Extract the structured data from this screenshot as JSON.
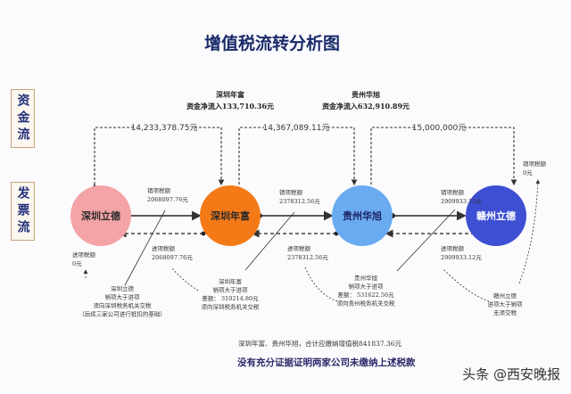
{
  "title": "增值税流转分析图",
  "side_labels": {
    "money_flow": "资金流",
    "invoice_flow": "发票流"
  },
  "nodes": [
    {
      "name": "深圳立德",
      "color": "#f4a3a6",
      "text_color": "#2a2a2a"
    },
    {
      "name": "深圳年富",
      "color": "#f47a18",
      "text_color": "#2a2a2a"
    },
    {
      "name": "贵州华旭",
      "color": "#6aaaf0",
      "text_color": "#1a2060"
    },
    {
      "name": "赣州立德",
      "color": "#3d4fd3",
      "text_color": "#ffffff"
    }
  ],
  "net_inflow": [
    {
      "company": "深圳年富",
      "text": "资金净流入133,710.36元"
    },
    {
      "company": "贵州华旭",
      "text": "资金净流入632,910.89元"
    }
  ],
  "money_flows": [
    "14,233,378.75元",
    "14,367,089.11元",
    "15,000,000元"
  ],
  "tax_labels": {
    "out1": [
      "销项税额",
      "2068097.76元"
    ],
    "in1": [
      "进项税额",
      "2068097.76元"
    ],
    "out2": [
      "销项税额",
      "2378312.56元"
    ],
    "in2": [
      "进项税额",
      "2378312.56元"
    ],
    "out3": [
      "销项税额",
      "2909933.12元"
    ],
    "in3": [
      "进项税额",
      "2909933.12元"
    ],
    "in0": [
      "进项税额",
      "0元"
    ],
    "out4": [
      "销项税额",
      "0元"
    ]
  },
  "notes": {
    "n1": [
      "深圳立德",
      "销项大于进项",
      "须向深圳税务机关交税",
      "（后续三家公司进行抵扣的基础）"
    ],
    "n2": [
      "深圳年富",
      "销项大于进项",
      "差额： 310214.80元",
      "须向深圳税务机关交税"
    ],
    "n3": [
      "贵州华旭",
      "销项大于进项",
      "差额： 531622.56元",
      "须向贵州税务机关交税"
    ],
    "n4": [
      "赣州立德",
      "进项大于销项",
      "无须交税"
    ]
  },
  "footer": {
    "line1": "深圳年富、贵州华旭，合计应缴纳增值税841837.36元",
    "line2": "没有充分证据证明两家公司未缴纳上述税款"
  },
  "watermark": "头条 @西安晚报"
}
